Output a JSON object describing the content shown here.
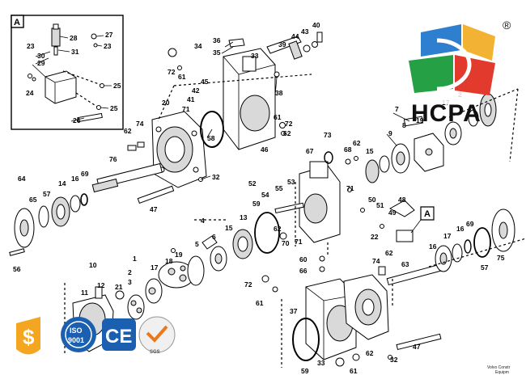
{
  "brand": {
    "logo_text": "HCPA",
    "registered_mark": "®",
    "logo_colors": [
      "#2f7fd0",
      "#25a045",
      "#f2b233",
      "#e23b2e",
      "#111111"
    ]
  },
  "badges": {
    "iso_top": "ISO",
    "iso_bottom": "9001",
    "ce": "CE",
    "sgs": "SGS"
  },
  "inset": {
    "box_label": "A",
    "callout_label": "A"
  },
  "footer": {
    "line1": "Volvo Constr",
    "line2": "Equipm"
  },
  "part_numbers": {
    "n1": "1",
    "n2": "2",
    "n3": "3",
    "n4": "4",
    "n5": "5",
    "n6": "6",
    "n7": "7",
    "n8": "8",
    "n9": "9",
    "n10": "10",
    "n11": "11",
    "n12": "12",
    "n13": "13",
    "n14": "14",
    "n15": "15",
    "n16": "16",
    "n17": "17",
    "n18": "18",
    "n19": "19",
    "n20": "20",
    "n21": "21",
    "n22": "22",
    "n23": "23",
    "n24": "24",
    "n25": "25",
    "n26": "26",
    "n27": "27",
    "n28": "28",
    "n29": "29",
    "n30": "30",
    "n31": "31",
    "n32": "32",
    "n33": "33",
    "n34": "34",
    "n35": "35",
    "n36": "36",
    "n37": "37",
    "n38": "38",
    "n39": "39",
    "n40": "40",
    "n41": "41",
    "n42": "42",
    "n43": "43",
    "n44": "44",
    "n45": "45",
    "n46": "46",
    "n47": "47",
    "n48": "48",
    "n49": "49",
    "n50": "50",
    "n51": "51",
    "n52": "52",
    "n53": "53",
    "n54": "54",
    "n55": "55",
    "n56": "56",
    "n57": "57",
    "n58": "58",
    "n59": "59",
    "n60": "60",
    "n61": "61",
    "n62": "62",
    "n63": "63",
    "n64": "64",
    "n65": "65",
    "n66": "66",
    "n67": "67",
    "n68": "68",
    "n69": "69",
    "n70": "70",
    "n71": "71",
    "n72": "72",
    "n73": "73",
    "n74": "74",
    "n75": "75",
    "n76": "76"
  },
  "icons": {
    "alert": "shield-exclamation-icon",
    "iso": "iso-9001-badge-icon",
    "ce": "ce-mark-icon",
    "sgs": "sgs-badge-icon"
  }
}
